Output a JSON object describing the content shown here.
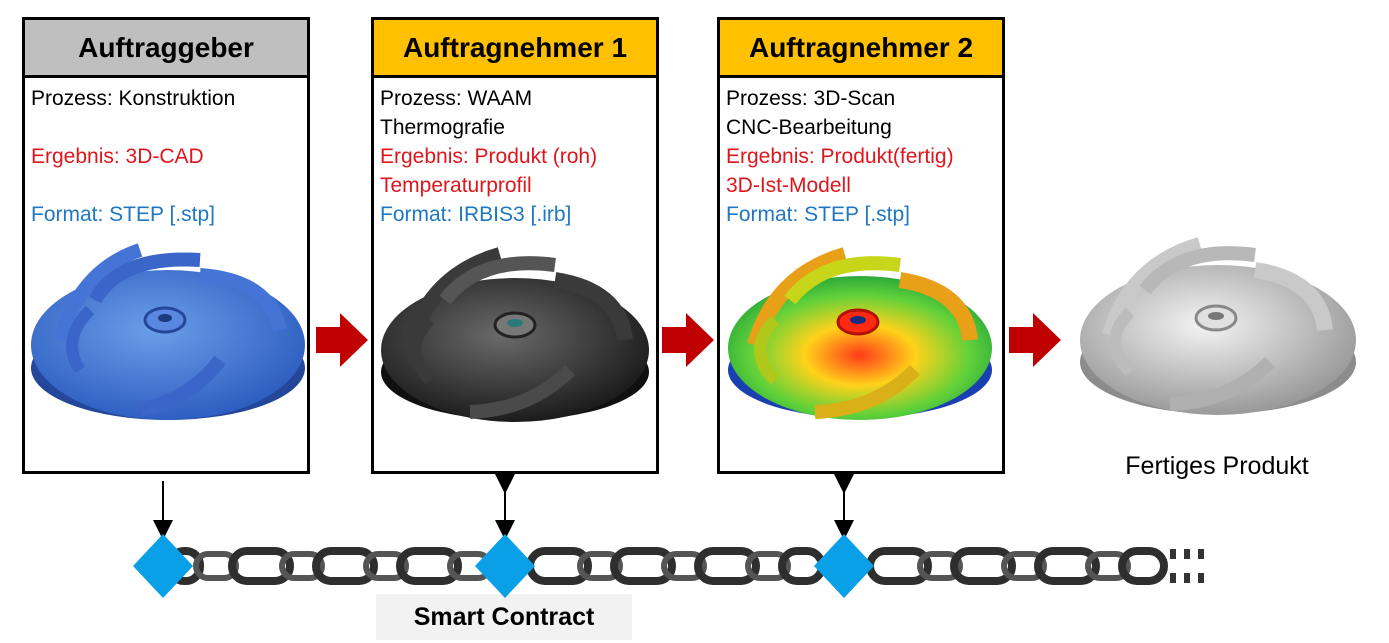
{
  "boxes": [
    {
      "title": "Auftraggeber",
      "header_color": "#bfbfbf",
      "process": [
        "Prozess: Konstruktion"
      ],
      "result": [
        "Ergebnis: 3D-CAD"
      ],
      "format": [
        "Format: STEP [.stp]"
      ],
      "image": "blue-impeller-cad-model"
    },
    {
      "title": "Auftragnehmer 1",
      "header_color": "#ffc000",
      "process": [
        "Prozess: WAAM",
        "Thermografie"
      ],
      "result": [
        "Ergebnis: Produkt (roh)",
        "Temperaturprofil"
      ],
      "format": [
        "Format: IRBIS3 [.irb]"
      ],
      "image": "dark-waam-impeller"
    },
    {
      "title": "Auftragnehmer 2",
      "header_color": "#ffc000",
      "process": [
        "Prozess: 3D-Scan",
        "CNC-Bearbeitung"
      ],
      "result": [
        "Ergebnis: Produkt(fertig)",
        "3D-Ist-Modell"
      ],
      "format": [
        "Format: STEP [.stp]"
      ],
      "image": "colormap-scan-impeller"
    }
  ],
  "final_product": {
    "label": "Fertiges Produkt",
    "image": "gray-finished-impeller"
  },
  "chain": {
    "label": "Smart Contract",
    "node_color": "#0aa0e8",
    "arrow_color": "#c00000"
  }
}
